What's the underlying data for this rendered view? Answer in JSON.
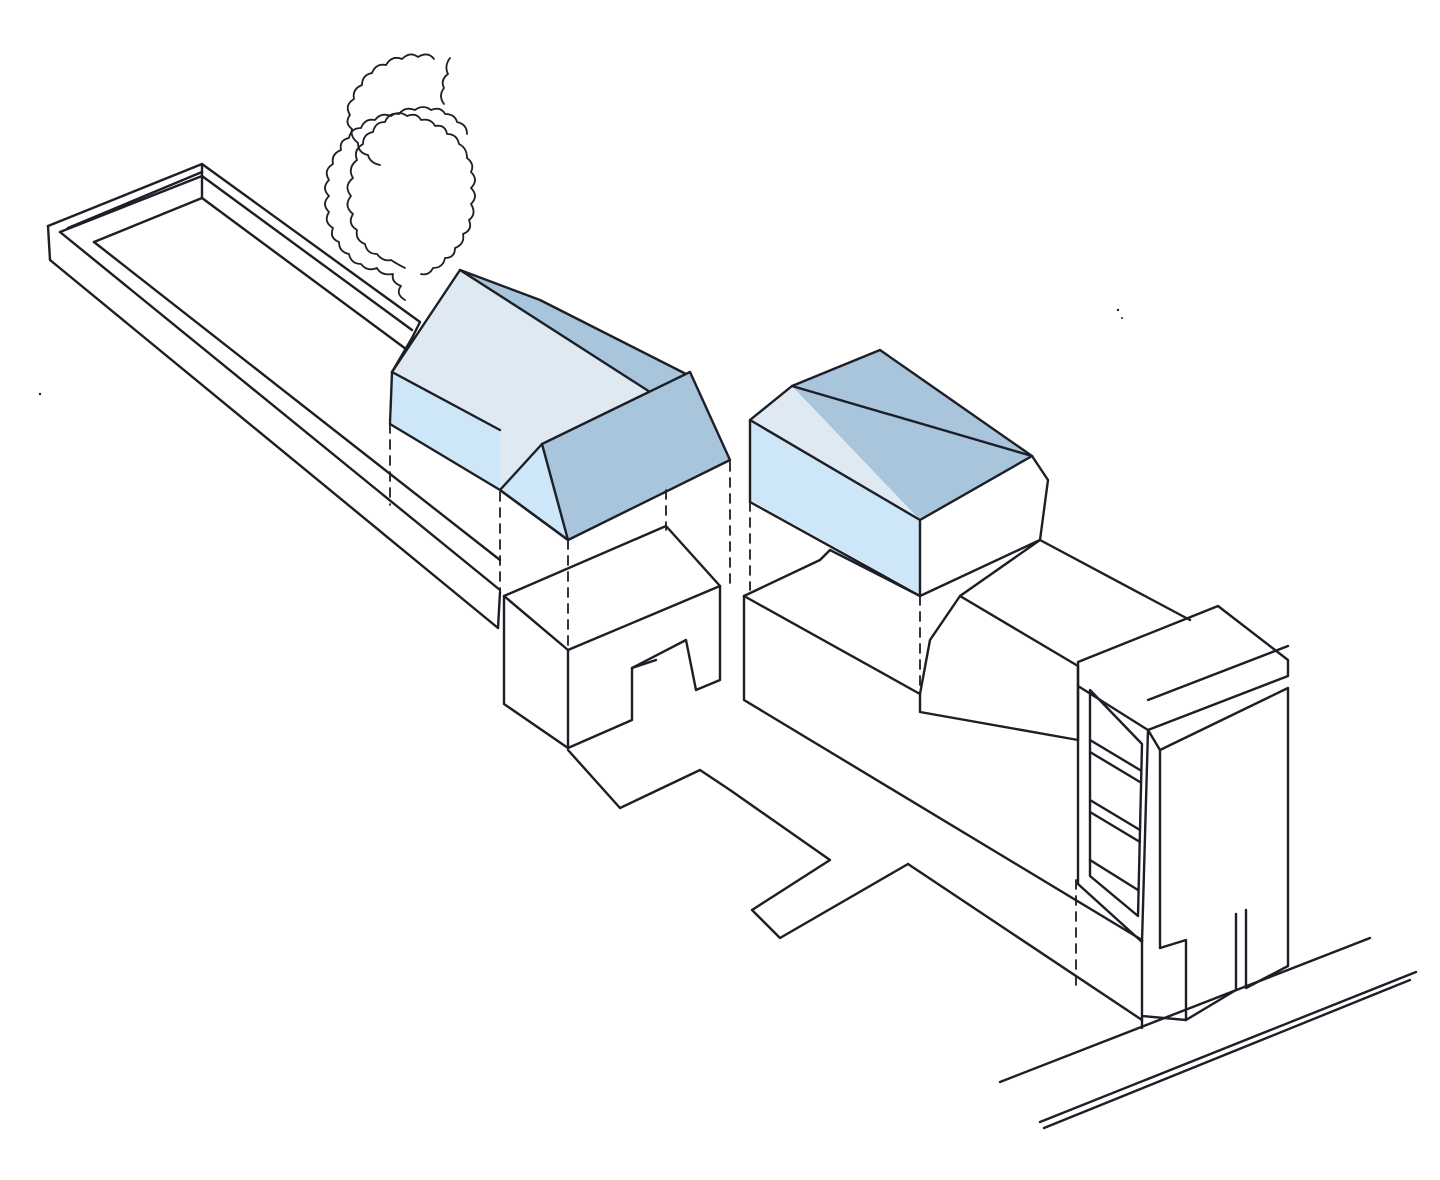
{
  "drawing": {
    "style": "hand-drawn axonometric ink sketch",
    "background_color": "#ffffff",
    "ink_color": "#1c1f26",
    "roof_colors": {
      "top_face": "#a9c5dc",
      "front_face": "#dfe9f2",
      "gable_face": "#cde6f8"
    },
    "elements": [
      "long-garden-wall",
      "tree-back",
      "tree-front",
      "gabled-roof-block",
      "cross-gable-roof",
      "mansard-roof-block",
      "archway-block",
      "central-street-block",
      "front-facade-frame",
      "ground-footprint",
      "street-curb-lines"
    ]
  }
}
